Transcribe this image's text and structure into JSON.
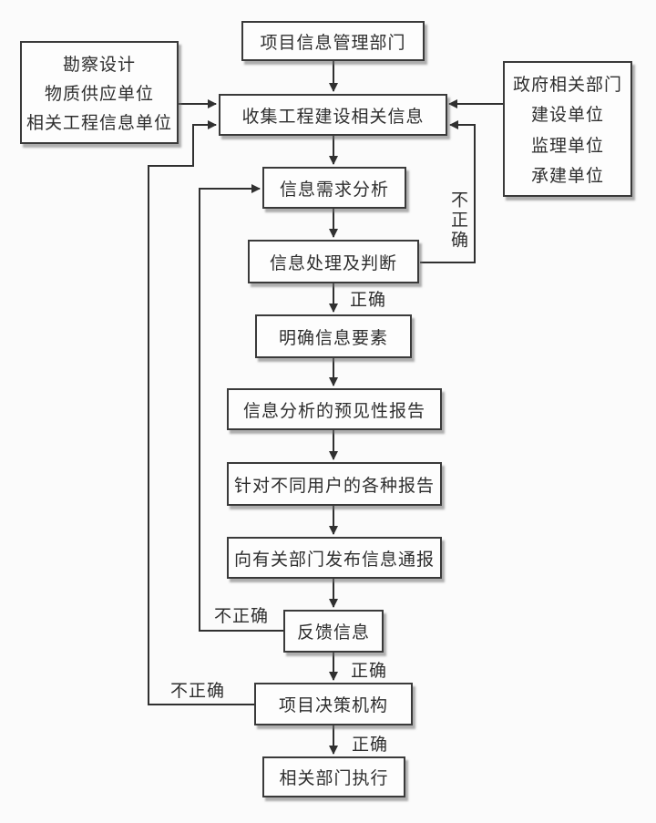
{
  "diagram": {
    "nodes": {
      "info_dept": {
        "label": "项目信息管理部门"
      },
      "collect": {
        "label": "收集工程建设相关信息"
      },
      "left_sources": {
        "lines": [
          "勘察设计",
          "物质供应单位",
          "相关工程信息单位"
        ]
      },
      "right_sources": {
        "lines": [
          "政府相关部门",
          "建设单位",
          "监理单位",
          "承建单位"
        ]
      },
      "demand_analysis": {
        "label": "信息需求分析"
      },
      "processing": {
        "label": "信息处理及判断"
      },
      "elements": {
        "label": "明确信息要素"
      },
      "predictive_report": {
        "label": "信息分析的预见性报告"
      },
      "user_reports": {
        "label": "针对不同用户的各种报告"
      },
      "publish": {
        "label": "向有关部门发布信息通报"
      },
      "feedback": {
        "label": "反馈信息"
      },
      "decision": {
        "label": "项目决策机构"
      },
      "execute": {
        "label": "相关部门执行"
      }
    },
    "edge_labels": {
      "processing_correct": "正确",
      "processing_incorrect": "不正确",
      "feedback_incorrect": "不正确",
      "feedback_correct": "正确",
      "decision_incorrect": "不正确",
      "decision_correct": "正确"
    },
    "colors": {
      "line": "#303030",
      "box_border": "#3a3a3a",
      "box_bg": "#fdfdfd",
      "shadow": "#a8a8a8",
      "background": "#fbfbfb",
      "text": "#2e2e2e"
    }
  }
}
